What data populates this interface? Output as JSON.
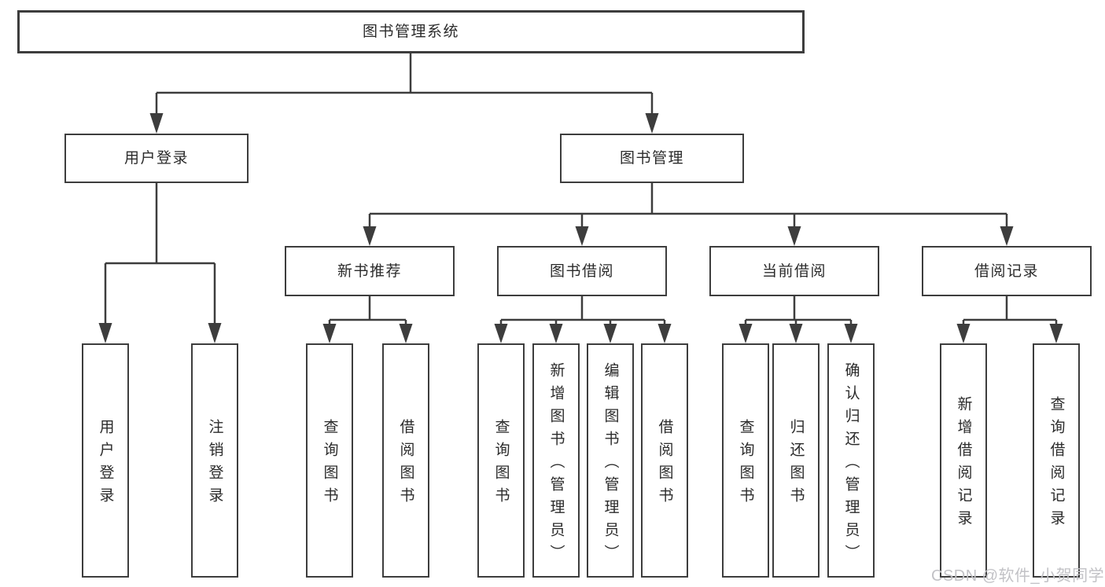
{
  "diagram": {
    "root": {
      "label": "图书管理系统"
    },
    "level2": [
      {
        "label": "用户登录"
      },
      {
        "label": "图书管理"
      }
    ],
    "level3": [
      {
        "label": "新书推荐"
      },
      {
        "label": "图书借阅"
      },
      {
        "label": "当前借阅"
      },
      {
        "label": "借阅记录"
      }
    ],
    "leaves": [
      {
        "label": "用户登录"
      },
      {
        "label": "注销登录"
      },
      {
        "label": "查询图书"
      },
      {
        "label": "借阅图书"
      },
      {
        "label": "查询图书"
      },
      {
        "label": "新增图书（管理员）"
      },
      {
        "label": "编辑图书（管理员）"
      },
      {
        "label": "借阅图书"
      },
      {
        "label": "查询图书"
      },
      {
        "label": "归还图书"
      },
      {
        "label": "确认归还（管理员）"
      },
      {
        "label": "新增借阅记录"
      },
      {
        "label": "查询借阅记录"
      }
    ]
  },
  "watermark": {
    "text": "CSDN @软件_小贺同学",
    "color": "#c2c2c6"
  },
  "colors": {
    "line": "#3d3d3d",
    "box_border": "#3d3d3d",
    "text": "#2b2b2b",
    "background": "#ffffff"
  }
}
